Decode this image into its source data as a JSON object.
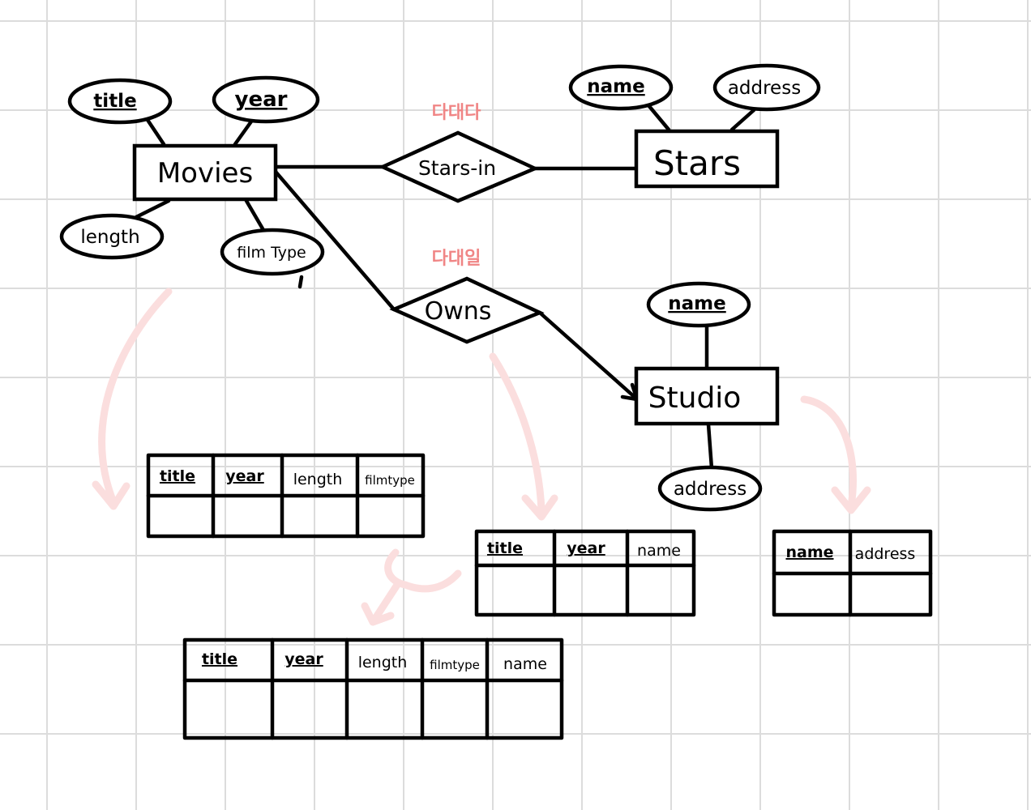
{
  "colors": {
    "ink": "#000000",
    "note": "#f08585",
    "arrow": "#fbdede",
    "grid": "#dcdcdc"
  },
  "entities": {
    "movies": "Movies",
    "stars": "Stars",
    "studio": "Studio"
  },
  "relationships": {
    "stars_in": "Stars-in",
    "owns": "Owns"
  },
  "notes": {
    "stars_in": "다대다",
    "owns": "다대일"
  },
  "attributes": {
    "movies": {
      "title": "title",
      "year": "year",
      "length": "length",
      "film_type": "film Type"
    },
    "stars": {
      "name": "name",
      "address": "address"
    },
    "studio": {
      "name": "name",
      "address": "address"
    }
  },
  "tables": {
    "movies_table": {
      "columns": [
        "title",
        "year",
        "length",
        "filmtype"
      ],
      "key_count": 2
    },
    "owns_table": {
      "columns": [
        "title",
        "year",
        "name"
      ],
      "key_count": 2
    },
    "studio_table": {
      "columns": [
        "name",
        "address"
      ],
      "key_count": 1
    },
    "merged_table": {
      "columns": [
        "title",
        "year",
        "length",
        "filmtype",
        "name"
      ],
      "key_count": 2
    }
  }
}
